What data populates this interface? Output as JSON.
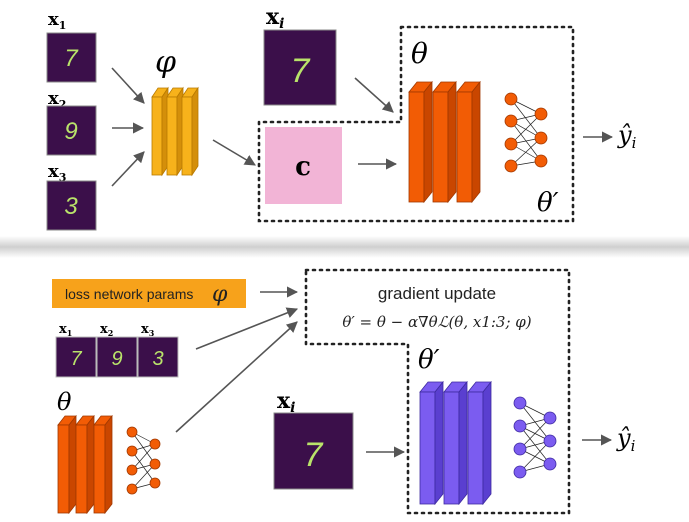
{
  "top": {
    "inputs": [
      {
        "label_base": "x",
        "label_sub": "1",
        "digit": "7"
      },
      {
        "label_base": "x",
        "label_sub": "2",
        "digit": "9"
      },
      {
        "label_base": "x",
        "label_sub": "3",
        "digit": "3"
      }
    ],
    "phi_label": "φ",
    "query": {
      "label_base": "x",
      "label_sub": "i",
      "digit": "7"
    },
    "context_label": "c",
    "theta_label": "θ",
    "theta_prime_label": "θ′",
    "output": {
      "base": "ŷ",
      "sub": "i"
    }
  },
  "bottom": {
    "loss_box_label": "loss network params",
    "loss_box_symbol": "φ",
    "strip": [
      {
        "label_base": "x",
        "label_sub": "1",
        "digit": "7"
      },
      {
        "label_base": "x",
        "label_sub": "2",
        "digit": "9"
      },
      {
        "label_base": "x",
        "label_sub": "3",
        "digit": "3"
      }
    ],
    "theta_label": "θ",
    "update_title": "gradient update",
    "update_equation": "θ′ = θ − α∇θℒ(θ, x1:3; φ)",
    "query": {
      "label_base": "x",
      "label_sub": "i",
      "digit": "7"
    },
    "theta_prime_label": "θ′",
    "output": {
      "base": "ŷ",
      "sub": "i"
    }
  },
  "colors": {
    "digit_bg": "#3b0f4a",
    "digit_stroke": "#b9e36a",
    "phi_net": "#f7b21b",
    "theta_net": "#f25c05",
    "theta_prime_net": "#7b5cf0",
    "context_box": "#f2b4d6",
    "loss_box": "#f7a21b"
  }
}
